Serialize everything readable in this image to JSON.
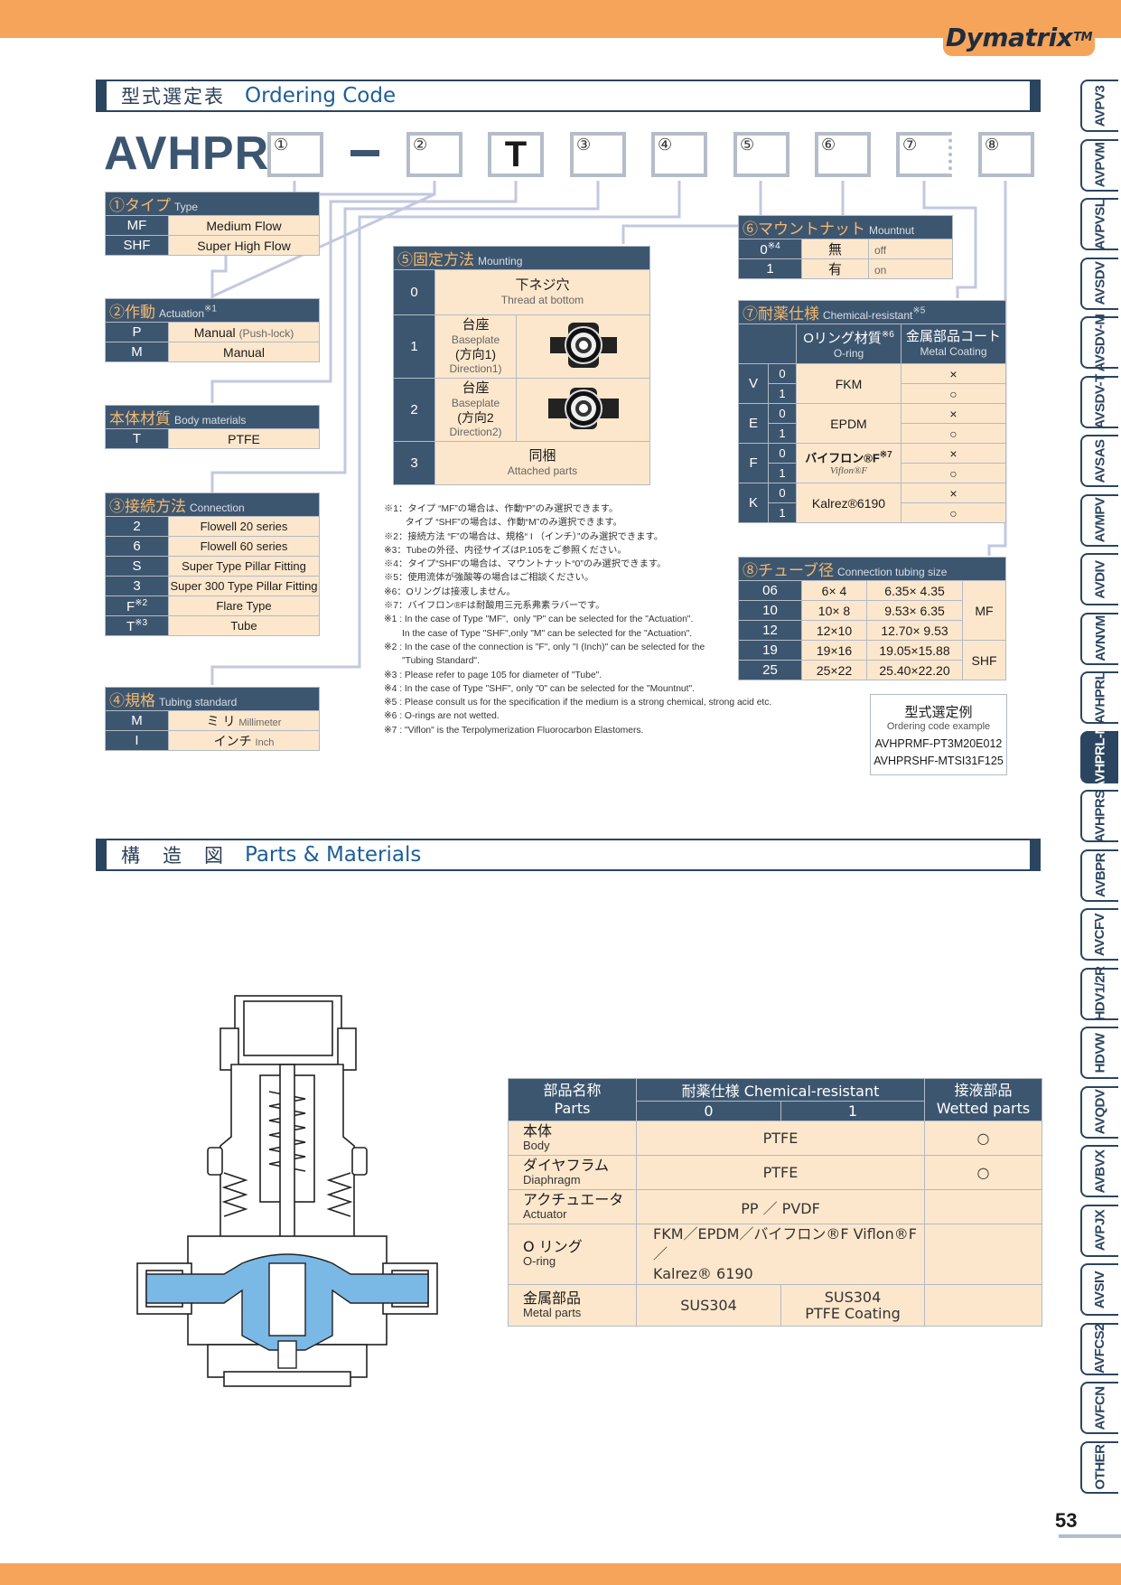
{
  "brand": {
    "name": "Dymatrix",
    "mark": "TM"
  },
  "colors": {
    "band": "#f6a45a",
    "navy": "#2b4560",
    "header_blue": "#1e5e99",
    "cell": "#fde7cc",
    "diaphragm_blue": "#7ab8e6"
  },
  "ordering_section": {
    "title_jp": "型式選定表",
    "title_en": "Ordering Code"
  },
  "code": {
    "prefix": "AVHPR",
    "dash": "−",
    "boxes": [
      {
        "num": "①"
      },
      {
        "num": "②"
      },
      {
        "letter": "T"
      },
      {
        "num": "③"
      },
      {
        "num": "④"
      },
      {
        "num": "⑤"
      },
      {
        "num": "⑥"
      },
      {
        "num": "⑦"
      },
      {
        "num": "⑧"
      }
    ]
  },
  "type_table": {
    "title_jp": "①タイプ",
    "title_en": "Type",
    "rows": [
      {
        "code": "MF",
        "label": "Medium Flow"
      },
      {
        "code": "SHF",
        "label": "Super High Flow"
      }
    ]
  },
  "actuation_table": {
    "title_jp": "②作動",
    "title_en": "Actuation",
    "note": "※1",
    "rows": [
      {
        "code": "P",
        "label": "Manual",
        "sub": "(Push-lock)"
      },
      {
        "code": "M",
        "label": "Manual",
        "sub": ""
      }
    ]
  },
  "body_table": {
    "title_jp": "本体材質",
    "title_en": "Body materials",
    "rows": [
      {
        "code": "T",
        "label": "PTFE"
      }
    ]
  },
  "connection_table": {
    "title_jp": "③接続方法",
    "title_en": "Connection",
    "rows": [
      {
        "code": "2",
        "note": "",
        "label": "Flowell 20 series"
      },
      {
        "code": "6",
        "note": "",
        "label": "Flowell 60 series"
      },
      {
        "code": "S",
        "note": "",
        "label": "Super Type Pillar Fitting"
      },
      {
        "code": "3",
        "note": "",
        "label": "Super 300 Type Pillar Fitting"
      },
      {
        "code": "F",
        "note": "※2",
        "label": "Flare Type"
      },
      {
        "code": "T",
        "note": "※3",
        "label": "Tube"
      }
    ]
  },
  "standard_table": {
    "title_jp": "④規格",
    "title_en": "Tubing standard",
    "rows": [
      {
        "code": "M",
        "jp": "ミ リ",
        "en": "Millimeter"
      },
      {
        "code": "I",
        "jp": "インチ",
        "en": "Inch"
      }
    ]
  },
  "mounting_table": {
    "title_jp": "⑤固定方法",
    "title_en": "Mounting",
    "rows": [
      {
        "code": "0",
        "jp": "下ネジ穴",
        "en": "Thread at bottom"
      },
      {
        "code": "1",
        "jp": "台座",
        "en": "Baseplate",
        "jp2": "(方向1)",
        "en2": "Direction1)"
      },
      {
        "code": "2",
        "jp": "台座",
        "en": "Baseplate",
        "jp2": "(方向2",
        "en2": "Direction2)"
      },
      {
        "code": "3",
        "jp": "同梱",
        "en": "Attached parts"
      }
    ]
  },
  "mountnut_table": {
    "title_jp": "⑥マウントナット",
    "title_en": "Mountnut",
    "rows": [
      {
        "code": "0",
        "note": "※4",
        "jp": "無",
        "en": "off"
      },
      {
        "code": "1",
        "note": "",
        "jp": "有",
        "en": "on"
      }
    ]
  },
  "chem_table": {
    "title_jp": "⑦耐薬仕様",
    "title_en": "Chemical-resistant",
    "note": "※5",
    "col_oring_jp": "Oリング材質",
    "col_oring_note": "※6",
    "col_oring_en": "O-ring",
    "col_metal_jp": "金属部品コート",
    "col_metal_en": "Metal Coating",
    "groups": [
      {
        "code": "V",
        "material": "FKM",
        "rows": [
          {
            "sub": "0",
            "mark": "×"
          },
          {
            "sub": "1",
            "mark": "○"
          }
        ]
      },
      {
        "code": "E",
        "material": "EPDM",
        "rows": [
          {
            "sub": "0",
            "mark": "×"
          },
          {
            "sub": "1",
            "mark": "○"
          }
        ]
      },
      {
        "code": "F",
        "material": "バイフロン®F",
        "material_note": "※7",
        "material_sub": "Viflon®F",
        "rows": [
          {
            "sub": "0",
            "mark": "×"
          },
          {
            "sub": "1",
            "mark": "○"
          }
        ]
      },
      {
        "code": "K",
        "material": "Kalrez®6190",
        "rows": [
          {
            "sub": "0",
            "mark": "×"
          },
          {
            "sub": "1",
            "mark": "○"
          }
        ]
      }
    ]
  },
  "tubing_table": {
    "title_jp": "⑧チューブ径",
    "title_en": "Connection tubing size",
    "rows": [
      {
        "code": "06",
        "mm": "6× 4",
        "inch": "6.35× 4.35"
      },
      {
        "code": "10",
        "mm": "10× 8",
        "inch": "9.53× 6.35"
      },
      {
        "code": "12",
        "mm": "12×10",
        "inch": "12.70× 9.53"
      },
      {
        "code": "19",
        "mm": "19×16",
        "inch": "19.05×15.88"
      },
      {
        "code": "25",
        "mm": "25×22",
        "inch": "25.40×22.20"
      }
    ],
    "group_mf": "MF",
    "group_shf": "SHF"
  },
  "notes": [
    "※1：タイプ “MF”の場合は、作動“P”のみ選択できます。",
    "　　 タイプ “SHF”の場合は、作動“M”のみ選択できます。",
    "※2：接続方法 “F”の場合は、規格“ I （インチ）”のみ選択できます。",
    "※3：Tubeの外径、内径サイズはP.105をご参照ください。",
    "※4：タイプ“SHF”の場合は、マウントナット“0”のみ選択できます。",
    "※5：使用流体が強酸等の場合はご相談ください。",
    "※6：Oリングは接液しません。",
    "※7：バイフロン®Fは耐酸用三元系弗素ラバーです。",
    "※1 : In the case of Type \"MF\",  only \"P\" can be selected for the \"Actuation\".",
    "       In the case of Type \"SHF\",only \"M\" can be selected for the \"Actuation\".",
    "※2 : In the case of the connection is \"F\", only \"I (Inch)\" can be selected for the",
    "       \"Tubing Standard\".",
    "※3 : Please refer to page 105 for diameter of \"Tube\".",
    "※4 : In the case of Type \"SHF\", only \"0\" can be selected for the \"Mountnut\".",
    "※5 : Please consult us for the specification if the medium is a strong chemical, strong acid etc.",
    "※6 : O-rings are not wetted.",
    "※7 : \"Viflon\" is the Terpolymerization Fluorocarbon Elastomers."
  ],
  "example": {
    "title_jp": "型式選定例",
    "title_en": "Ordering code example",
    "codes": [
      "AVHPRMF-PT3M20E012",
      "AVHPRSHF-MTSI31F125"
    ]
  },
  "parts_section": {
    "title_jp": "構　造　図",
    "title_en": "Parts & Materials"
  },
  "parts_table": {
    "head_parts_jp": "部品名称",
    "head_parts_en": "Parts",
    "head_chem": "耐薬仕様 Chemical-resistant",
    "head_col0": "0",
    "head_col1": "1",
    "head_wetted_jp": "接液部品",
    "head_wetted_en": "Wetted parts",
    "rows": [
      {
        "jp": "本体",
        "en": "Body",
        "value": "PTFE",
        "wetted": "○"
      },
      {
        "jp": "ダイヤフラム",
        "en": "Diaphragm",
        "value": "PTFE",
        "wetted": "○"
      },
      {
        "jp": "アクチュエータ",
        "en": "Actuator",
        "value": "PP ／ PVDF",
        "wetted": ""
      },
      {
        "jp": "O リング",
        "en": "O-ring",
        "value": "FKM／EPDM／バイフロン®F Viflon®F／",
        "value2": "Kalrez® 6190",
        "wetted": ""
      },
      {
        "jp": "金属部品",
        "en": "Metal parts",
        "value0": "SUS304",
        "value1a": "SUS304",
        "value1b": "PTFE Coating",
        "wetted": ""
      }
    ]
  },
  "side_tabs": [
    "AVPV3",
    "AVPVM",
    "AVPVSL",
    "AVSDV",
    "AVSDV-M",
    "AVSDV-T",
    "AVSAS",
    "AVMPV",
    "AVDIV",
    "AVNVM",
    "AVHPRL",
    "AVHPRL-M",
    "AVHPRS",
    "AVBPR",
    "AVCFV",
    "HDV1/2R",
    "HDVW",
    "AVQDV",
    "AVBVX",
    "AVPJX",
    "AVSIV",
    "AVFCS2",
    "AVFCN",
    "OTHER"
  ],
  "active_tab": "AVHPRL-M",
  "page_number": "53"
}
